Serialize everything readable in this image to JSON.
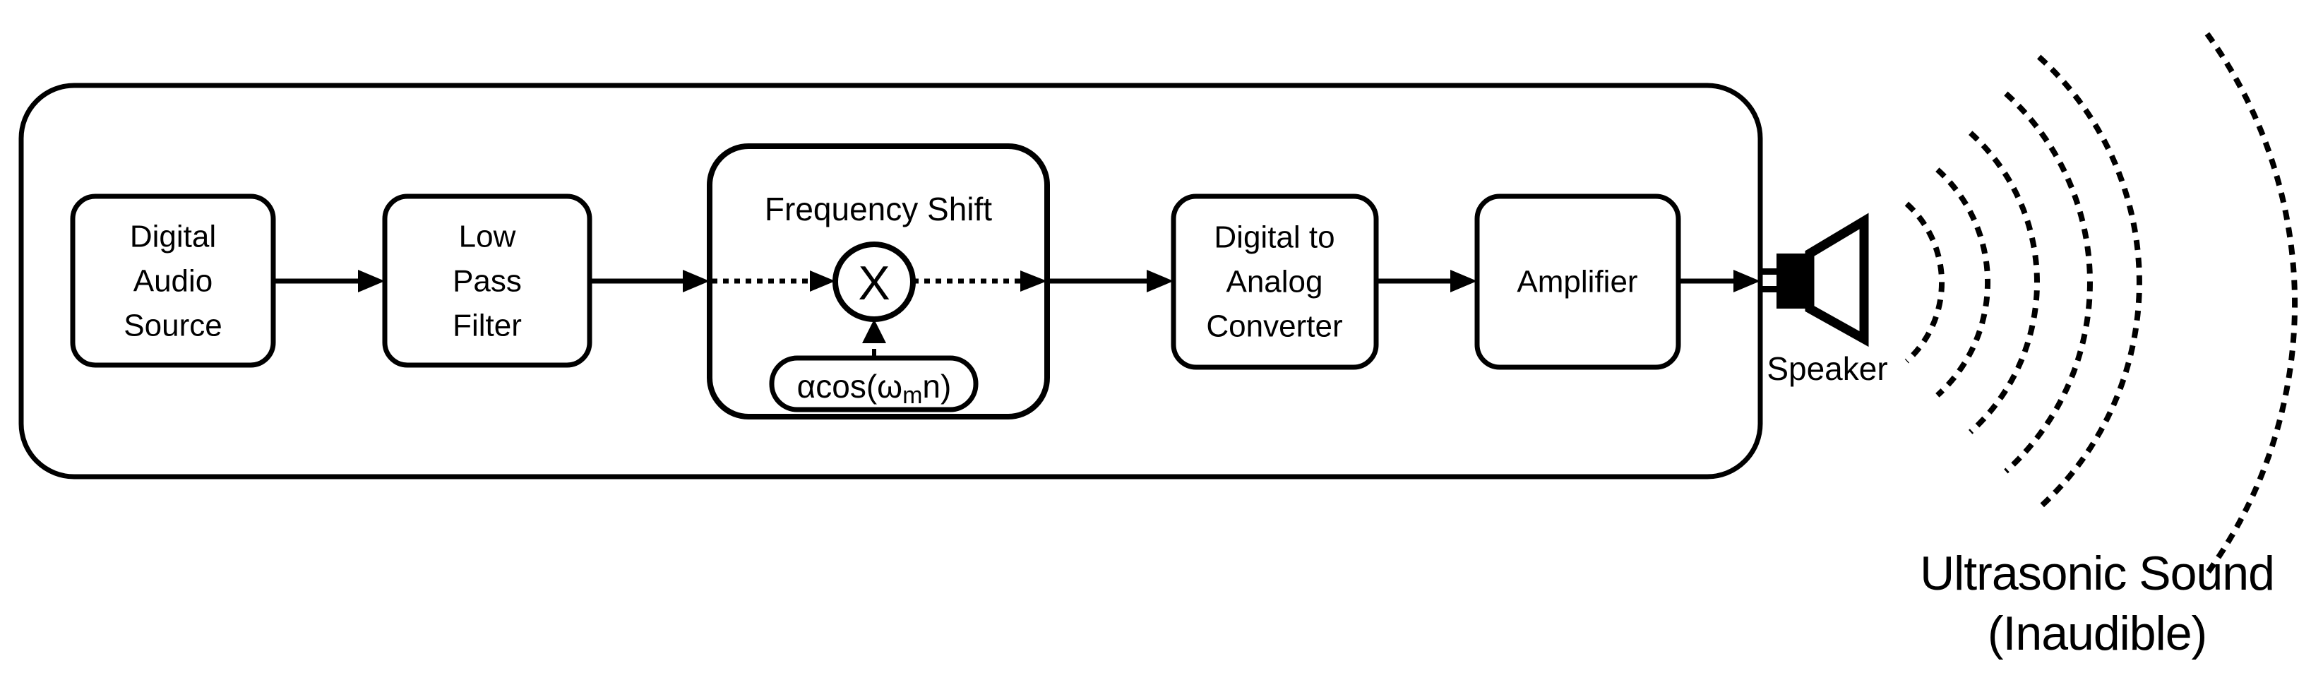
{
  "diagram": {
    "blocks": {
      "digital_audio_source": {
        "lines": [
          "Digital",
          "Audio",
          "Source"
        ]
      },
      "low_pass_filter": {
        "lines": [
          "Low",
          "Pass",
          "Filter"
        ]
      },
      "frequency_shift": {
        "title": "Frequency Shift",
        "multiplier_symbol": "X",
        "modulator": {
          "prefix": "αcos(ω",
          "subscript": "m",
          "suffix": "n)"
        }
      },
      "digital_to_analog_converter": {
        "lines": [
          "Digital to",
          "Analog",
          "Converter"
        ]
      },
      "amplifier": {
        "label": "Amplifier"
      }
    },
    "speaker": {
      "label": "Speaker"
    },
    "output": {
      "line1": "Ultrasonic Sound",
      "line2": "(Inaudible)"
    },
    "colors": {
      "ink": "#000000",
      "background": "#ffffff"
    }
  }
}
